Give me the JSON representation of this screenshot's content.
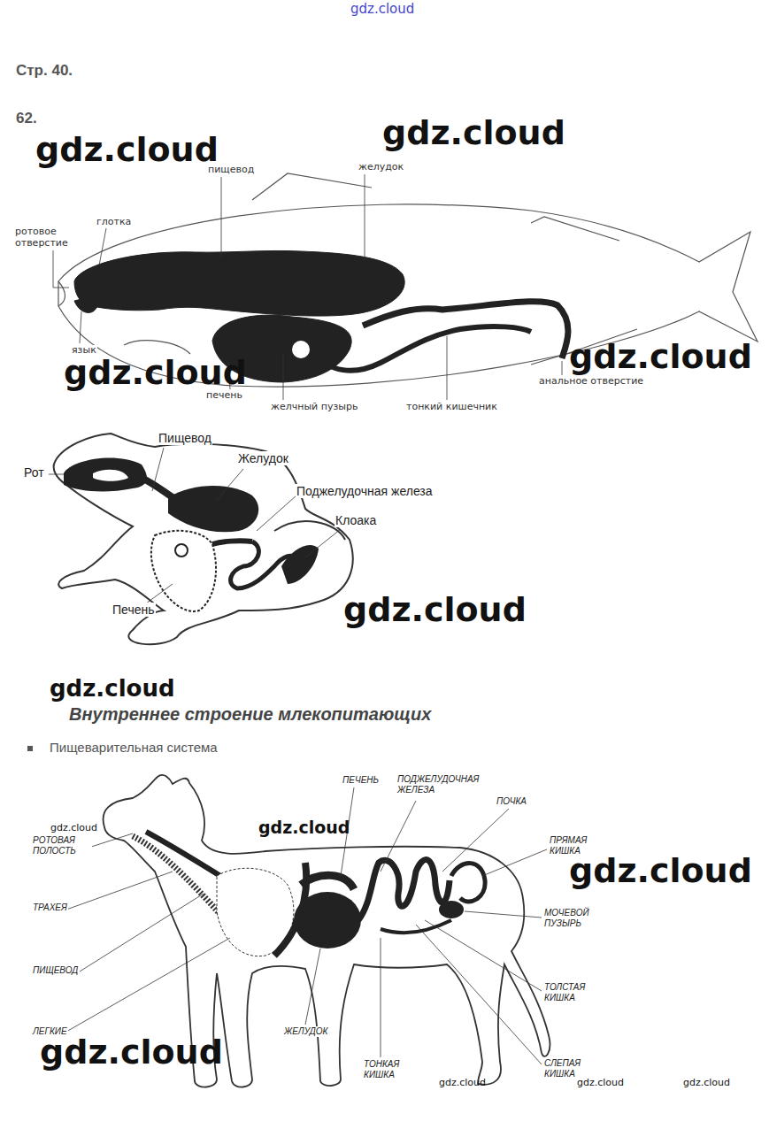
{
  "diagram": {
    "labels": [
      "gdz.cloud",
      "Стр. 40.",
      "62.",
      "gdz.cloud",
      "gdz.cloud",
      "пищевод",
      "желудок",
      "ротовое отверстие",
      "глотка",
      "язык",
      "печень",
      "желчный пузырь",
      "тонкий кишечник",
      "анальное отверстие",
      "gdz.cloud",
      "gdz.cloud",
      "Пищевод",
      "Рот",
      "Желудок",
      "Поджелудочная железа",
      "Клоака",
      "Печень",
      "gdz.cloud",
      "gdz.cloud",
      "Внутреннее строение млекопитающих",
      "Пищеварительная система",
      "ПЕЧЕНЬ",
      "ПОДЖЕЛУДОЧНАЯ ЖЕЛЕЗА",
      "ПОЧКА",
      "gdz.cloud",
      "РОТОВАЯ ПОЛОСТЬ",
      "gdz.cloud",
      "ПРЯМАЯ КИШКА",
      "gdz.cloud",
      "ТРАХЕЯ",
      "МОЧЕВОЙ ПУЗЫРЬ",
      "ПИЩЕВОД",
      "ТОЛСТАЯ КИШКА",
      "ЛЕГКИЕ",
      "ЖЕЛУДОК",
      "gdz.cloud",
      "СЛЕПАЯ КИШКА",
      "ТОНКАЯ КИШКА",
      "gdz.cloud",
      "gdz.cloud",
      "gdz.cloud"
    ]
  }
}
